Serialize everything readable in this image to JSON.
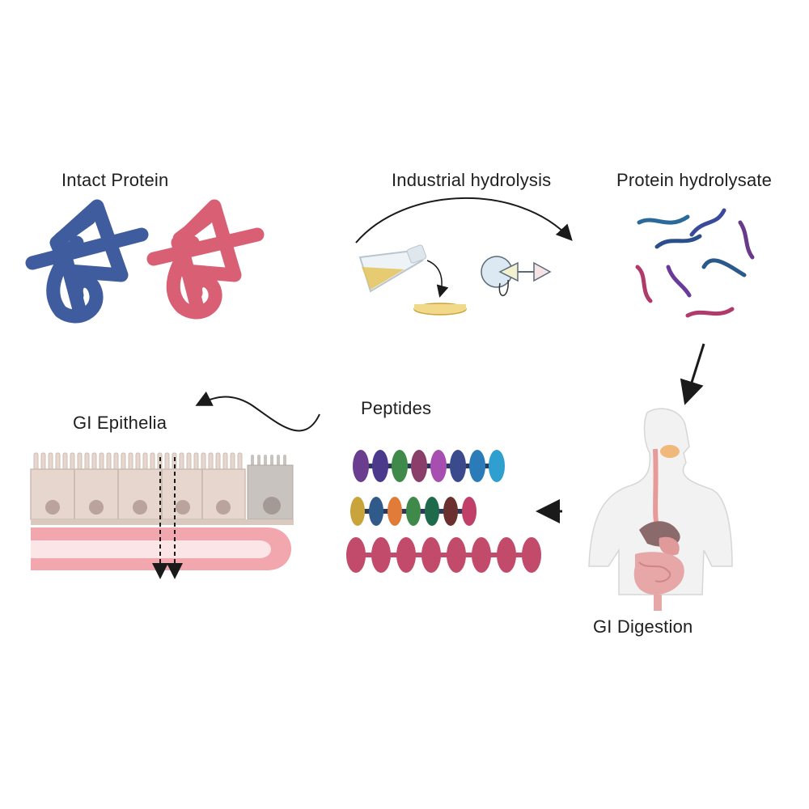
{
  "labels": {
    "intact_protein": "Intact Protein",
    "industrial_hydrolysis": "Industrial hydrolysis",
    "protein_hydrolysate": "Protein hydrolysate",
    "gi_epithelia": "GI Epithelia",
    "peptides": "Peptides",
    "gi_digestion": "GI Digestion"
  },
  "colors": {
    "protein_blue": "#3f5c9e",
    "protein_pink": "#d95f74",
    "epithelium_cell": "#e6d6cd",
    "blood_vessel": "#f2a6ad",
    "arrow": "#1a1a1a"
  },
  "peptide_chains": [
    {
      "colors": [
        "#6a3d8f",
        "#4b3a8c",
        "#3f8a4a",
        "#8a3f6a",
        "#a64fb0",
        "#3b4a8c",
        "#2b7bb8",
        "#2f9fd0"
      ]
    },
    {
      "colors": [
        "#c9a43a",
        "#2f5a8a",
        "#e07b3a",
        "#3f8a4a",
        "#1f6a4a",
        "#6a3030",
        "#c0406a"
      ]
    },
    {
      "colors": [
        "#c24a6a",
        "#c24a6a",
        "#c24a6a",
        "#c24a6a",
        "#c24a6a",
        "#c24a6a",
        "#c24a6a",
        "#c24a6a"
      ]
    }
  ]
}
